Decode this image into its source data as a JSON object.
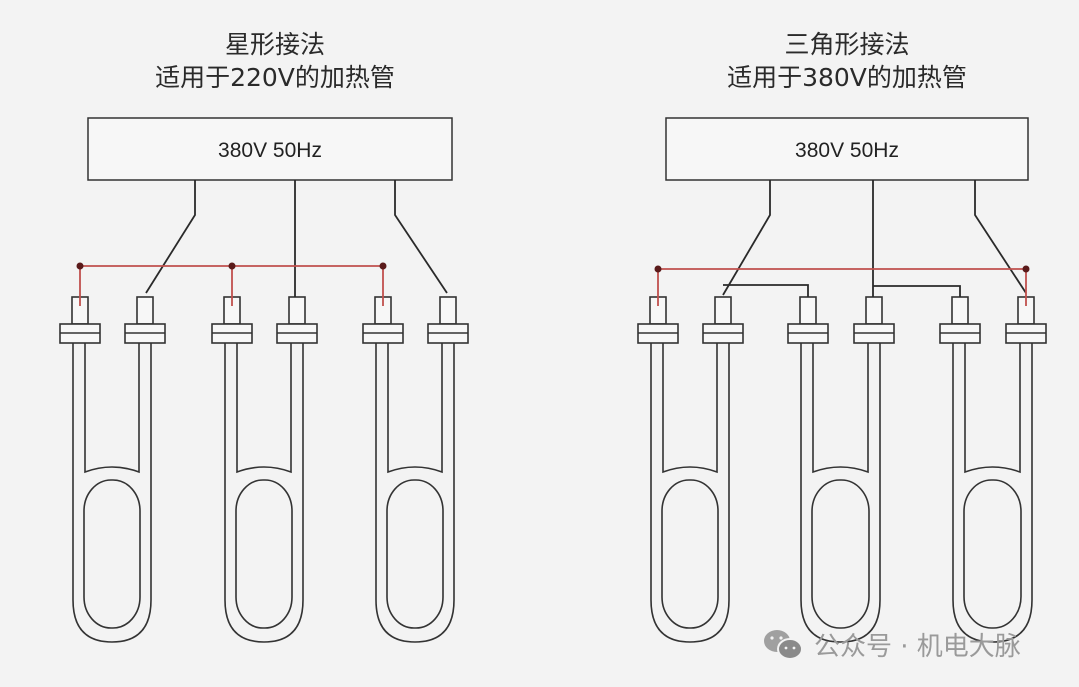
{
  "diagrams": [
    {
      "title_line1": "星形接法",
      "title_line2": "适用于220V的加热管",
      "supply_label": "380V 50Hz",
      "connection": "star"
    },
    {
      "title_line1": "三角形接法",
      "title_line2": "适用于380V的加热管",
      "supply_label": "380V 50Hz",
      "connection": "delta"
    }
  ],
  "watermark": {
    "text": "公众号 · 机电大脉",
    "icon": "wechat-icon"
  },
  "colors": {
    "wire": "#2a2a2a",
    "bus": "#c0504d",
    "node": "#5a1a1a",
    "outline": "#333333"
  }
}
